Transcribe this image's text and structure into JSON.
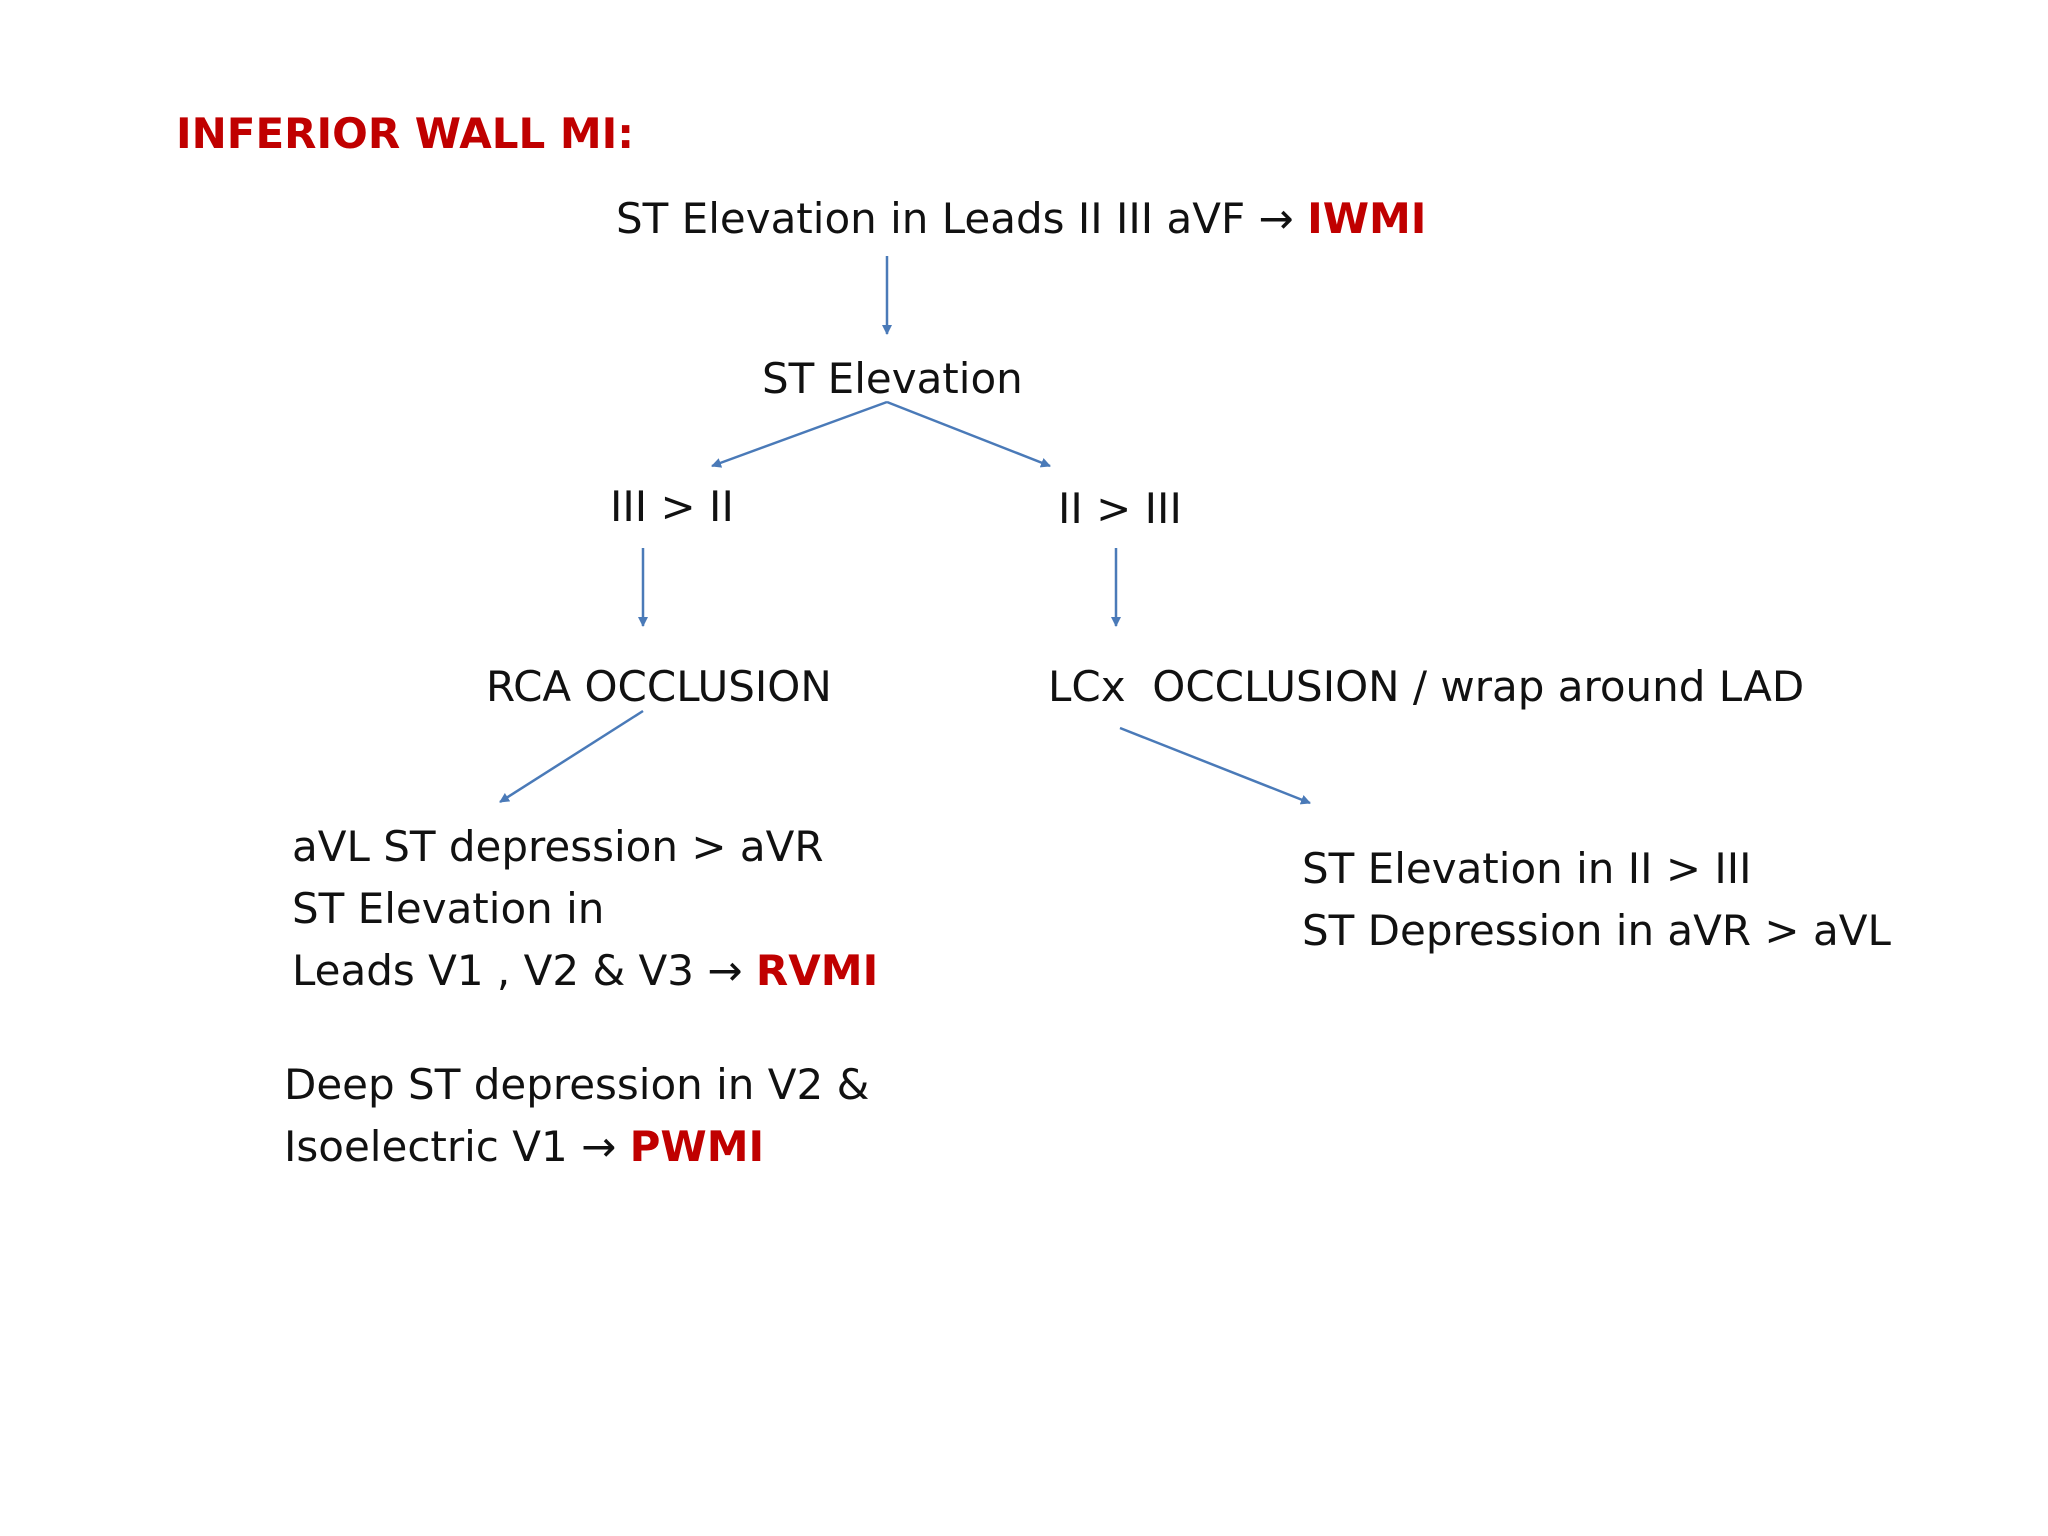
{
  "title": "INFERIOR WALL MI:",
  "arrow_glyph": "→",
  "nodes": {
    "root": {
      "text": "ST Elevation in Leads II III aVF",
      "result": "IWMI"
    },
    "st_elevation": {
      "text": "ST Elevation"
    },
    "iii_gt_ii": {
      "text": "III > II"
    },
    "ii_gt_iii": {
      "text": "II > III"
    },
    "rca": {
      "text": "RCA OCCLUSION"
    },
    "lcx": {
      "text": "LCx  OCCLUSION / wrap around LAD"
    },
    "rvmi": {
      "line1": "aVL ST depression > aVR",
      "line2": "ST Elevation in",
      "line3": "Leads V1 , V2 & V3",
      "result": "RVMI"
    },
    "pwmi": {
      "line1": "Deep ST depression in V2 &",
      "line2": "Isoelectric V1",
      "result": "PWMI"
    },
    "lcx_findings": {
      "line1": "ST Elevation in II > III",
      "line2": "ST Depression in aVR > aVL"
    }
  },
  "colors": {
    "accent_red": "#c00000",
    "arrow_blue": "#4a7ab8",
    "text": "#111111",
    "background": "#ffffff"
  }
}
